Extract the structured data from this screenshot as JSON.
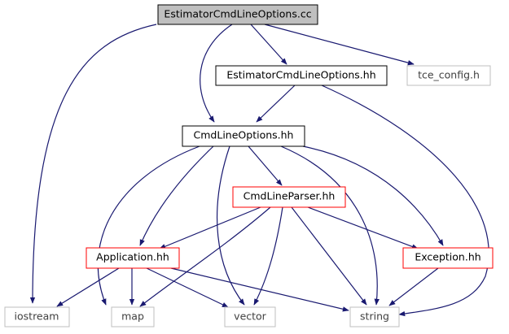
{
  "colors": {
    "edge": "#191970",
    "root_fill": "#bfbfbf",
    "border_normal": "#000000",
    "border_red": "#ff0000",
    "border_gray": "#bfbfbf",
    "text_normal": "#000000",
    "text_gray": "#404040"
  },
  "nodes": {
    "root": {
      "label": "EstimatorCmdLineOptions.cc",
      "style": "root"
    },
    "est_hh": {
      "label": "EstimatorCmdLineOptions.hh",
      "style": "normal"
    },
    "tce_config": {
      "label": "tce_config.h",
      "style": "gray"
    },
    "cmdlineoptions": {
      "label": "CmdLineOptions.hh",
      "style": "normal"
    },
    "cmdlineparser": {
      "label": "CmdLineParser.hh",
      "style": "red"
    },
    "application": {
      "label": "Application.hh",
      "style": "red"
    },
    "exception": {
      "label": "Exception.hh",
      "style": "red"
    },
    "iostream": {
      "label": "iostream",
      "style": "gray"
    },
    "map": {
      "label": "map",
      "style": "gray"
    },
    "vector": {
      "label": "vector",
      "style": "gray"
    },
    "string": {
      "label": "string",
      "style": "gray"
    }
  },
  "edges": [
    [
      "root",
      "iostream"
    ],
    [
      "root",
      "cmdlineoptions"
    ],
    [
      "root",
      "est_hh"
    ],
    [
      "root",
      "tce_config"
    ],
    [
      "est_hh",
      "cmdlineoptions"
    ],
    [
      "est_hh",
      "string"
    ],
    [
      "cmdlineoptions",
      "map"
    ],
    [
      "cmdlineoptions",
      "application"
    ],
    [
      "cmdlineoptions",
      "vector"
    ],
    [
      "cmdlineoptions",
      "cmdlineparser"
    ],
    [
      "cmdlineoptions",
      "string"
    ],
    [
      "cmdlineoptions",
      "exception"
    ],
    [
      "cmdlineparser",
      "application"
    ],
    [
      "cmdlineparser",
      "map"
    ],
    [
      "cmdlineparser",
      "vector"
    ],
    [
      "cmdlineparser",
      "string"
    ],
    [
      "cmdlineparser",
      "exception"
    ],
    [
      "application",
      "iostream"
    ],
    [
      "application",
      "map"
    ],
    [
      "application",
      "vector"
    ],
    [
      "application",
      "string"
    ],
    [
      "exception",
      "string"
    ]
  ]
}
